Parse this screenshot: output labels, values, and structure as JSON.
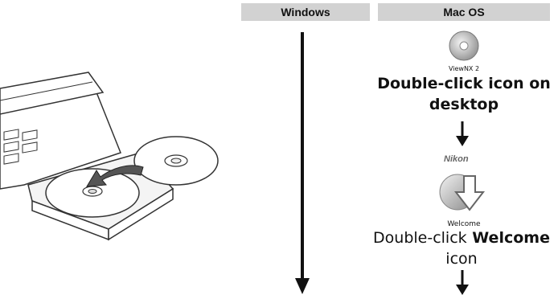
{
  "columns": {
    "windows": {
      "title": "Windows"
    },
    "mac": {
      "title": "Mac OS"
    }
  },
  "mac_steps": {
    "viewnx_icon_label": "ViewNX 2",
    "step1_text": "Double-click icon on desktop",
    "welcome_icon_brand": "Nikon",
    "welcome_icon_label": "Welcome",
    "step2_prefix": "Double-click",
    "step2_bold": "Welcome",
    "step2_suffix": "icon"
  }
}
